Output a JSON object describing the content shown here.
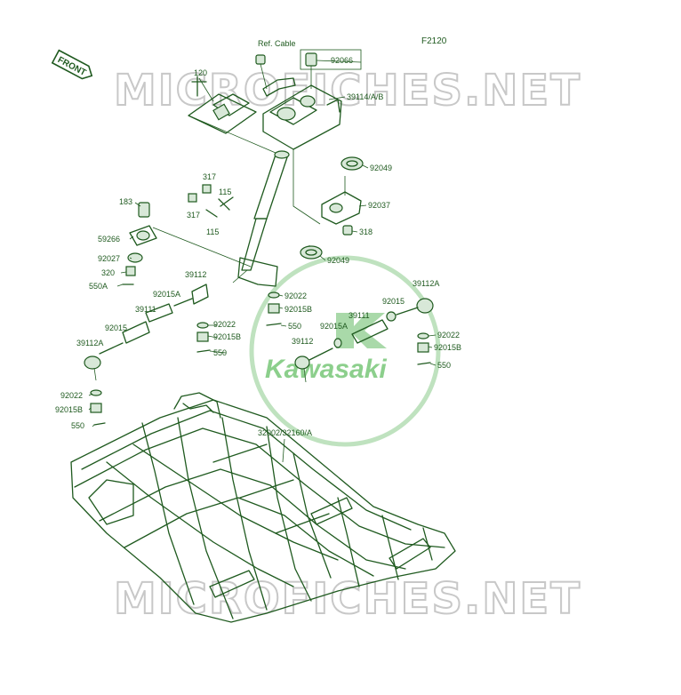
{
  "watermark": {
    "text": "MICROFICHES.NET",
    "logo_text": "Kawasaki"
  },
  "figure_code": "F2120",
  "front_badge": "FRONT",
  "labels": {
    "ref_cable": "Ref. Cable",
    "p92066": "92066",
    "p39114": "39114/A/B",
    "p120": "120",
    "p92049a": "92049",
    "p92037": "92037",
    "p318": "318",
    "p92049b": "92049",
    "p317a": "317",
    "p115a": "115",
    "p317b": "317",
    "p115b": "115",
    "p183": "183",
    "p59266": "59266",
    "p92027": "92027",
    "p320": "320",
    "p550a_l": "550A",
    "p39112_l": "39112",
    "p92015a_l": "92015A",
    "p39111_l": "39111",
    "p92015_l": "92015",
    "p39112a_l": "39112A",
    "p92022_l": "92022",
    "p92015b_l": "92015B",
    "p550_l": "550",
    "p92022_c": "92022",
    "p92015b_c": "92015B",
    "p550_c": "550",
    "p92022_m": "92022",
    "p92015b_m": "92015B",
    "p550_m": "550",
    "p39112a_r": "39112A",
    "p92015_r": "92015",
    "p39111_r": "39111",
    "p92015a_r": "92015A",
    "p39112_r": "39112",
    "p92022_r": "92022",
    "p92015b_r": "92015B",
    "p550_r": "550",
    "p32002": "32002/32160/A"
  },
  "colors": {
    "ink": "#1f5a1f",
    "watermark": "#c8c8c8",
    "logo": "#8ccf8c"
  }
}
